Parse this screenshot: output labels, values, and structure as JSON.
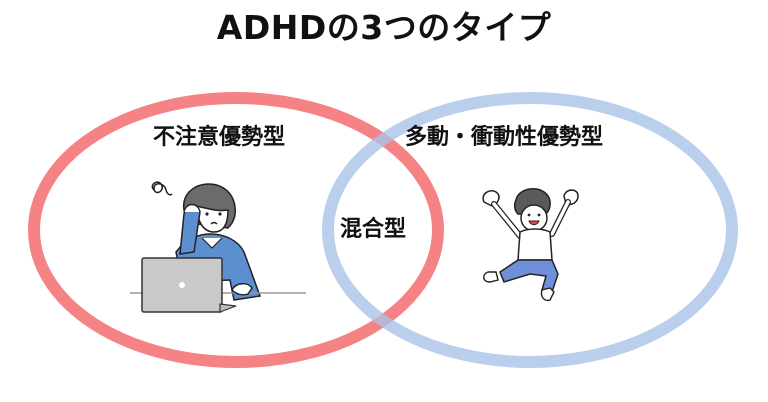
{
  "title": "ADHDの3つのタイプ",
  "diagram": {
    "type": "venn",
    "colors": {
      "left_circle": "#f47b7e",
      "right_circle": "#b7cde9"
    },
    "sets": [
      {
        "id": "inattentive",
        "label": "不注意優勢型",
        "illustration": "tired-woman-at-laptop"
      },
      {
        "id": "hyperactive",
        "label": "多動・衝動性優勢型",
        "illustration": "jumping-boy"
      }
    ],
    "intersection": {
      "label": "混合型"
    }
  }
}
